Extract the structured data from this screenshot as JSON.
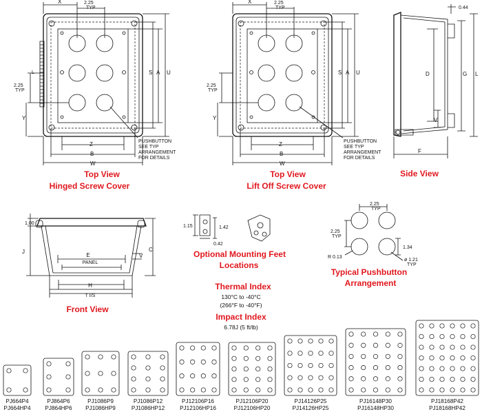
{
  "top_view_left": {
    "dims": {
      "x": "X",
      "ttyp": "2.25",
      "ttyp2": "TYP",
      "l": "L",
      "typ225": "2.25",
      "typ225b": "TYP",
      "y": "Y",
      "s": "S",
      "a": "A",
      "u": "U",
      "z": "Z",
      "b": "B",
      "w": "W"
    },
    "note": [
      "PUSHBUTTON",
      "SEE TYP",
      "ARRANGEMENT",
      "FOR DETAILS"
    ],
    "caption1": "Top View",
    "caption2": "Hinged Screw Cover"
  },
  "top_view_right": {
    "dims": {
      "x": "X",
      "ttyp": "2.25",
      "ttyp2": "TYP",
      "typ225": "2.25",
      "typ225b": "TYP",
      "y": "Y",
      "s": "S",
      "a": "A",
      "u": "U",
      "z": "Z",
      "b": "B",
      "w": "W"
    },
    "note": [
      "PUSHBUTTON",
      "SEE TYP",
      "ARRANGEMENT",
      "FOR DETAILS"
    ],
    "caption1": "Top View",
    "caption2": "Lift Off  Screw Cover"
  },
  "side_view": {
    "dims": {
      "t": "0.44",
      "d": "D",
      "g": "G",
      "l": "L",
      "v": "V",
      "f": "F"
    },
    "caption": "Side View"
  },
  "front_view": {
    "dims": {
      "one": "1.00",
      "j": "J",
      "c": "C",
      "v": "V",
      "e": "E",
      "panel": "PANEL",
      "h": "H",
      "tis": "T I/S"
    },
    "caption": "Front View"
  },
  "mounting_feet": {
    "dims": {
      "a": "1.15",
      "b": "1.42",
      "c": "0.42"
    },
    "caption1": "Optional Mounting Feet",
    "caption2": "Locations"
  },
  "pushbutton": {
    "dims": {
      "top": "2.25",
      "topt": "TYP",
      "left": "2.25",
      "leftt": "TYP",
      "r": "R 0.13",
      "d134": "1.34",
      "dia": "ø 1.21",
      "diat": "TYP"
    },
    "caption1": "Typical Pushbutton",
    "caption2": "Arrangement"
  },
  "thermal": {
    "title": "Thermal Index",
    "line1": "130°C to -40°C",
    "line2": "(266°F to -40°F)"
  },
  "impact": {
    "title": "Impact Index",
    "line1": "6.78J (5 ft/lb)"
  },
  "models": [
    {
      "a": "PJ664P4",
      "b": "PJ664HP4"
    },
    {
      "a": "PJ864P6",
      "b": "PJ864HP6"
    },
    {
      "a": "PJ1086P9",
      "b": "PJ1086HP9"
    },
    {
      "a": "PJ1086P12",
      "b": "PJ1086HP12"
    },
    {
      "a": "PJ12106P16",
      "b": "PJ12106HP16"
    },
    {
      "a": "PJ12106P20",
      "b": "PJ12106HP20"
    },
    {
      "a": "PJ14126P25",
      "b": "PJ14126HP25"
    },
    {
      "a": "PJ16148P30",
      "b": "PJ16148HP30"
    },
    {
      "a": "PJ18168P42",
      "b": "PJ18168HP42"
    }
  ]
}
